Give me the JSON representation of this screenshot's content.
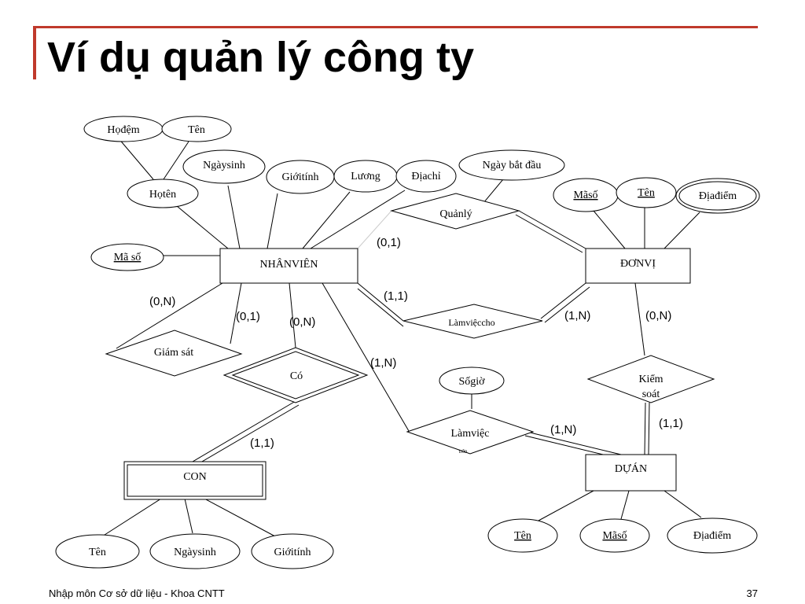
{
  "title": "Ví dụ quản lý công ty",
  "footer": {
    "left": "Nhập môn Cơ sở dữ liệu - Khoa CNTT",
    "page": "37"
  },
  "diagram": {
    "entities": {
      "nhanvien": "NHÂNVIÊN",
      "donvi": "ĐƠNVỊ",
      "duan": "DỰÁN",
      "con": "CON"
    },
    "relationships": {
      "quanly": "Quảnlý",
      "lamviec_cho": "Làmviệccho",
      "giam_sat": "Giám sát",
      "co": "Có",
      "kiem_soat_1": "Kiểm",
      "kiem_soat_2": "soát",
      "lamviec_tren": "Làmviệc",
      "lamviec_tren_small": "trên"
    },
    "attributes": {
      "hodem": "Họđệm",
      "ten_nv": "Tên",
      "hoten": "Họtên",
      "ngaysinh_nv": "Ngàysinh",
      "gioitinh_nv": "Giớitính",
      "luong": "Lương",
      "diachi": "Địachỉ",
      "ngay_bat_dau": "Ngày bắt đầu",
      "ma_so_nv": "Mã số",
      "maso_dv": "Mãsố",
      "ten_dv": "Tên",
      "diadiem_dv": "Địađiểm",
      "sogio": "Sốgiờ",
      "ten_da": "Tên",
      "maso_da": "Mãsố",
      "diadiem_da": "Địađiểm",
      "ten_con": "Tên",
      "ngaysinh_con": "Ngàysinh",
      "gioitinh_con": "Giớitính"
    },
    "cardinalities": {
      "quanly_nv": "(0,1)",
      "lamviec_nv": "(1,1)",
      "giamsat_a": "(0,N)",
      "giamsat_b": "(0,1)",
      "co_nv": "(0,N)",
      "lamviectren_nv": "(1,N)",
      "lamviec_dv": "(1,N)",
      "kiemsoat_dv": "(0,N)",
      "kiemsoat_da": "(1,1)",
      "lamviectren_da": "(1,N)",
      "co_con": "(1,1)"
    }
  }
}
